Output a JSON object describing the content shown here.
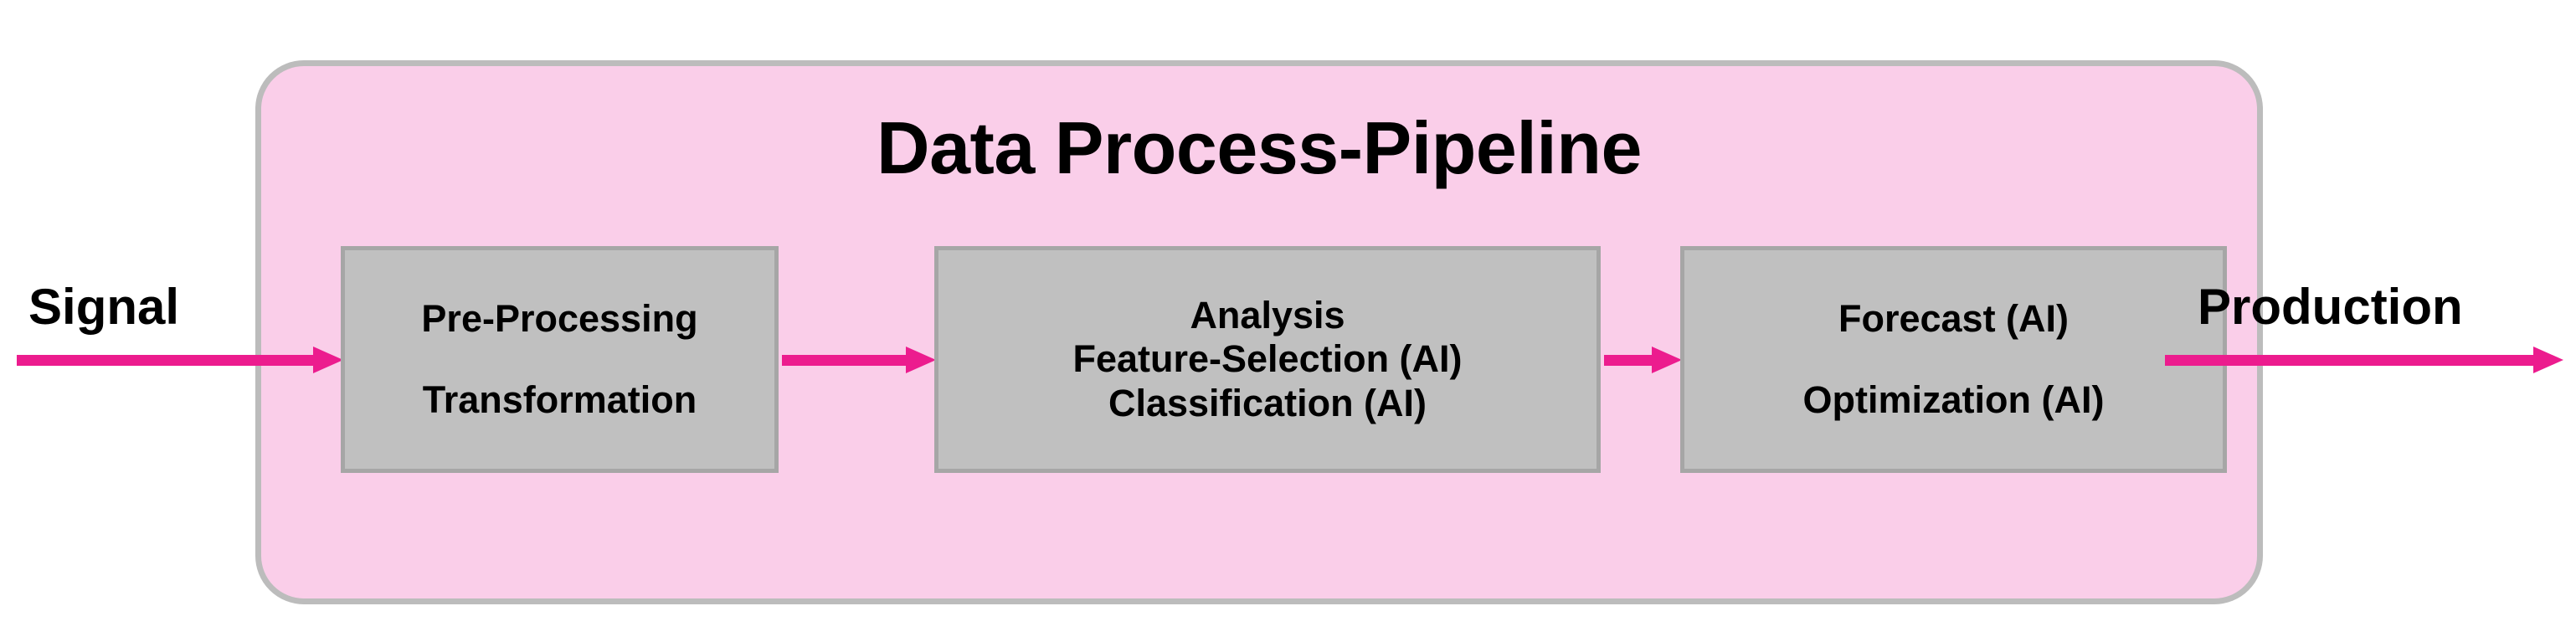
{
  "diagram": {
    "title": "Data Process-Pipeline",
    "colors": {
      "panel_fill": "#facee9",
      "panel_border": "#bcbcbc",
      "box_fill": "#c0c0c0",
      "box_border": "#a6a6a6",
      "arrow": "#ec1c8e",
      "text": "#000000",
      "background": "#ffffff"
    },
    "input": {
      "label": "Signal"
    },
    "output": {
      "label": "Production"
    },
    "stages": [
      {
        "id": "pre-processing",
        "lines": [
          "Pre-Processing",
          "Transformation"
        ]
      },
      {
        "id": "analysis",
        "lines": [
          "Analysis",
          "Feature-Selection (AI)",
          "Classification (AI)"
        ]
      },
      {
        "id": "forecast",
        "lines": [
          "Forecast (AI)",
          "Optimization (AI)"
        ]
      }
    ],
    "arrows": [
      {
        "id": "input-to-stage1",
        "from": "Signal",
        "to": "Pre-Processing"
      },
      {
        "id": "stage1-to-stage2",
        "from": "Pre-Processing",
        "to": "Analysis"
      },
      {
        "id": "stage2-to-stage3",
        "from": "Analysis",
        "to": "Forecast (AI)"
      },
      {
        "id": "stage3-to-output",
        "from": "Forecast (AI)",
        "to": "Production"
      }
    ]
  }
}
